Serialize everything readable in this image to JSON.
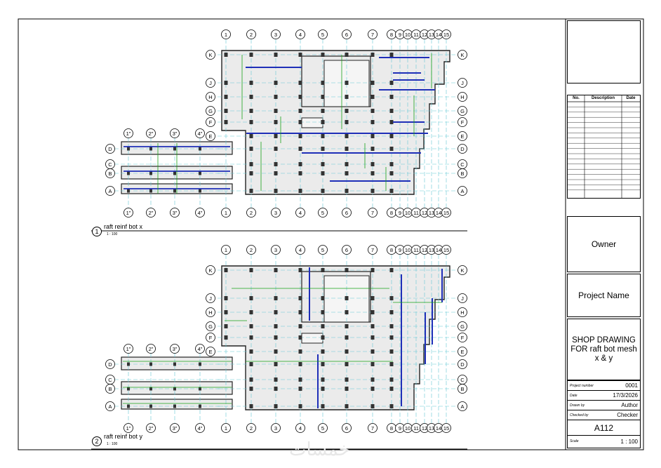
{
  "title_block": {
    "owner": "Owner",
    "project_name": "Project Name",
    "drawing_title": "SHOP DRAWING FOR raft bot mesh x & y",
    "revision_headers": [
      "No.",
      "Description",
      "Date"
    ],
    "info_rows": [
      {
        "label": "Project number",
        "value": "0001"
      },
      {
        "label": "Date",
        "value": "17/3/2026"
      },
      {
        "label": "Drawn by",
        "value": "Author"
      },
      {
        "label": "Checked by",
        "value": "Checker"
      }
    ],
    "sheet_number": "A112",
    "scale_label": "Scale",
    "scale_value": "1 : 100"
  },
  "views": [
    {
      "number": "1",
      "title": "raft reinf bot x",
      "scale": "1 : 100"
    },
    {
      "number": "2",
      "title": "raft reinf bot y",
      "scale": "1 : 100"
    }
  ],
  "grid": {
    "columns_main": [
      "1",
      "2",
      "3",
      "4",
      "5",
      "6",
      "7",
      "8",
      "9",
      "10",
      "11",
      "12",
      "13",
      "14",
      "15"
    ],
    "columns_small": [
      "1\"",
      "2\"",
      "3\"",
      "4\""
    ],
    "rows_main": [
      "K",
      "J",
      "H",
      "G",
      "F",
      "E",
      "D",
      "C",
      "B",
      "A"
    ],
    "rows_small": [
      "D",
      "C",
      "B",
      "A"
    ]
  },
  "colors": {
    "grid_line": "#66c9d6",
    "slab_fill": "#ebebeb",
    "bar_blue": "#1f2fb8",
    "dim_green": "#19a319"
  },
  "watermark": "خمسات"
}
